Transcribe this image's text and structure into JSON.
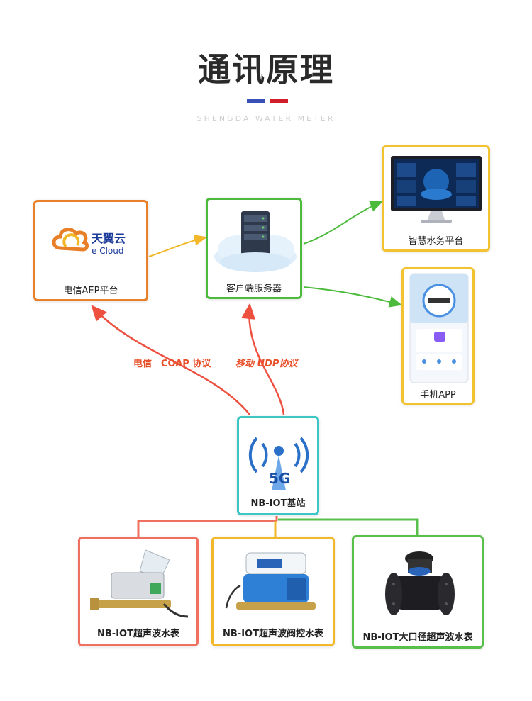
{
  "header": {
    "title": "通讯原理",
    "subtitle": "SHENGDA WATER METER",
    "accent_blue": "#3a4fb8",
    "accent_red": "#d21e2b"
  },
  "nodes": {
    "aep": {
      "label": "电信AEP平台",
      "logo_cn": "天翼云",
      "logo_en": "e Cloud",
      "border": "#e8802a"
    },
    "server": {
      "label": "客户端服务器",
      "border": "#4cbb3c"
    },
    "platform": {
      "label": "智慧水务平台",
      "border": "#f2c230"
    },
    "app": {
      "label": "手机APP",
      "border": "#f2c230"
    },
    "station": {
      "label": "NB-IOT基站",
      "badge": "5G",
      "border": "#3cc7c4"
    },
    "meter1": {
      "label": "NB-IOT超声波水表",
      "border": "#f07060"
    },
    "meter2": {
      "label": "NB-IOT超声波阀控水表",
      "border": "#f2b82a"
    },
    "meter3": {
      "label": "NB-IOT大口径超声波水表",
      "border": "#58c04a"
    }
  },
  "protocols": {
    "coap": "电信　COAP 协议",
    "udp": "移动 UDP协议"
  }
}
